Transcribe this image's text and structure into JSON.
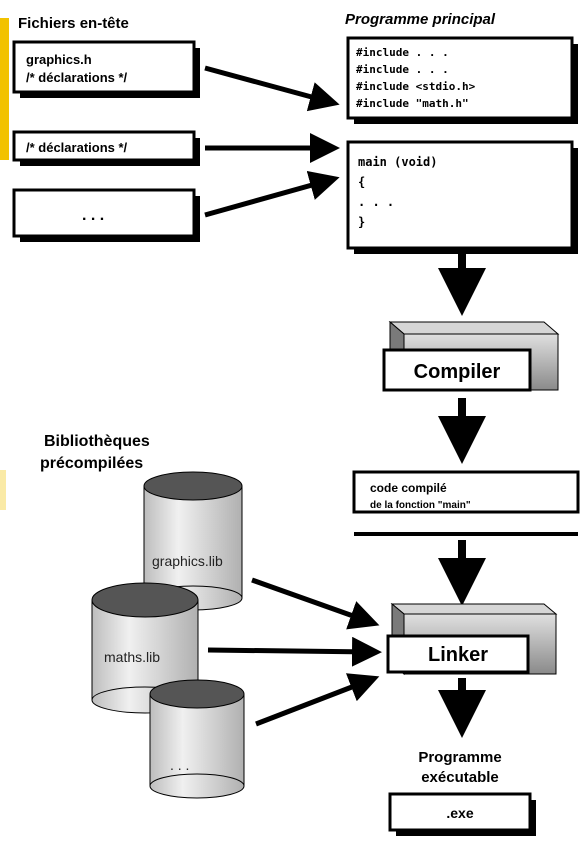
{
  "header_files": {
    "title": "Fichiers en-tête",
    "file1_line1": "graphics.h",
    "file1_line2": "/* déclarations */",
    "file2_line1": "/* déclarations */",
    "file3_line1": ". . ."
  },
  "main_program": {
    "title": "Programme principal",
    "lines": [
      "#include . . .",
      "#include . . .",
      "#include <stdio.h>",
      "#include \"math.h\""
    ],
    "code": [
      "main (void)",
      "{",
      ". . .",
      "}"
    ]
  },
  "compiler": {
    "label": "Compiler"
  },
  "object_code": {
    "line1": "code compilé",
    "line2": "de la fonction \"main\""
  },
  "libraries": {
    "title_line1": "Bibliothèques",
    "title_line2": "précompilées",
    "lib1": "graphics.lib",
    "lib2": "maths.lib",
    "lib3": ". . ."
  },
  "linker": {
    "label": "Linker"
  },
  "executable": {
    "title_line1": "Programme",
    "title_line2": "exécutable",
    "file": ".exe"
  },
  "colors": {
    "accent_bar": "#f2c200",
    "box_shadow": "#000000",
    "cylinder_top": "#555555",
    "cylinder_body": "#d8d8d8",
    "block_face": "#bdbdbd"
  }
}
